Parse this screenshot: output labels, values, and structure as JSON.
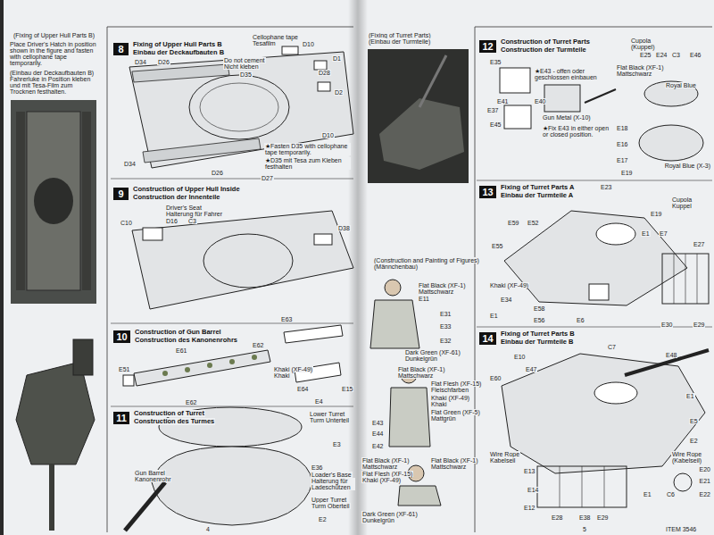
{
  "diagram": {
    "nodes": [
      {
        "text": [
          "8",
          "Fixing of Upper Hull Parts B",
          "Einbau der Deckaufbauten B"
        ]
      },
      {
        "text": [
          "9",
          "Construction of Upper Hull Inside",
          "Construction der Innenteile"
        ]
      },
      {
        "text": [
          "10",
          "Construction of Gun Barrel",
          "Construction des Kanonenrohrs"
        ]
      },
      {
        "text": [
          "11",
          "Construction of Turret",
          "Construction des Turmes"
        ]
      },
      {
        "text": [
          "12",
          "Construction of Turret Parts",
          "Construction der Turmteile"
        ]
      },
      {
        "text": [
          "13",
          "Fixing of Turret Parts A",
          "Einbau der Turmteile A"
        ]
      },
      {
        "text": [
          "14",
          "Fixing of Turret Parts B",
          "Einbau der Turmteile B"
        ]
      }
    ],
    "labels": [
      "(Fixing of Upper Hull Parts B)",
      "Place Driver's Hatch in position shown in the figure and fasten with cellophane tape temporarily.",
      "(Einbau der Deckaufbauten B) Fahrerluke in Position kleben und mit Tesa-Film zum Trocknen festhalten.",
      "Cellophane tape",
      "Tesafilm",
      "D10",
      "Do not cement",
      "Nicht kleben",
      "D35",
      "D1",
      "D28",
      "D2",
      "D34",
      "D26",
      "D10",
      "★Fasten D35 with cellophane tape temporarily.",
      "★D35 mit Tesa zum Kleben festhalten",
      "D34",
      "D26",
      "D27",
      "Driver's Seat",
      "Halterung für Fahrer",
      "D16",
      "C3",
      "C10",
      "D38",
      "E63",
      "E62",
      "E61",
      "E51",
      "E62",
      "Khaki (XF-49)",
      "Khaki",
      "E64",
      "E15",
      "E4",
      "Lower Turret",
      "Turm Unterteil",
      "E3",
      "E36",
      "Loader's Base",
      "Halterung für Ladeschützen",
      "Upper Turret",
      "Turm Oberteil",
      "E2",
      "Gun Barrel",
      "Kanonenrohr",
      "4",
      "(Fixing of Turret Parts)",
      "(Einbau der Turmteile)",
      "(Construction and Painting of Figures)",
      "(Männchenbau)",
      "Flat Black (XF-1)",
      "Mattschwarz",
      "E11",
      "E31",
      "E33",
      "E32",
      "Dark Green (XF-61)",
      "Dunkelgrün",
      "Flat Black (XF-1)",
      "Mattschwarz",
      "Flat Flesh (XF-15)",
      "Fleischfarben",
      "Khaki (XF-49)",
      "Khaki",
      "Flat Green (XF-5)",
      "Mattgrün",
      "E43",
      "E44",
      "E42",
      "Flat Black (XF-1)",
      "Mattschwarz",
      "Flat Flesh (XF-15)",
      "Khaki (XF-49)",
      "Flat Black (XF-1)",
      "Mattschwarz",
      "Dark Green (XF-61)",
      "Dunkelgrün",
      "E35",
      "★E43 - offen oder geschlossen einbauen",
      "Flat Black (XF-1)",
      "Mattschwarz",
      "Cupola",
      "(Kuppel)",
      "E25",
      "E24",
      "C3",
      "E46",
      "E41",
      "E37",
      "E40",
      "Gun Metal (X-10)",
      "E45",
      "★Fix E43 in either open or closed position.",
      "Royal Blue",
      "E18",
      "E16",
      "E17",
      "Royal Blue (X-3)",
      "E19",
      "E23",
      "Cupola",
      "Kuppel",
      "E19",
      "E59",
      "E52",
      "E55",
      "E1",
      "E7",
      "E27",
      "Khaki (XF-49)",
      "E34",
      "E1",
      "E58",
      "E56",
      "E6",
      "E30",
      "E29",
      "E10",
      "E47",
      "C7",
      "E48",
      "E60",
      "E1",
      "E5",
      "E2",
      "Wire Rope",
      "Kabelseil",
      "E13",
      "E14",
      "E12",
      "E28",
      "E38",
      "E29",
      "E1",
      "Wire Rope",
      "(Kabelseil)",
      "E20",
      "E21",
      "E22",
      "C6",
      "5",
      "ITEM 3546"
    ]
  }
}
